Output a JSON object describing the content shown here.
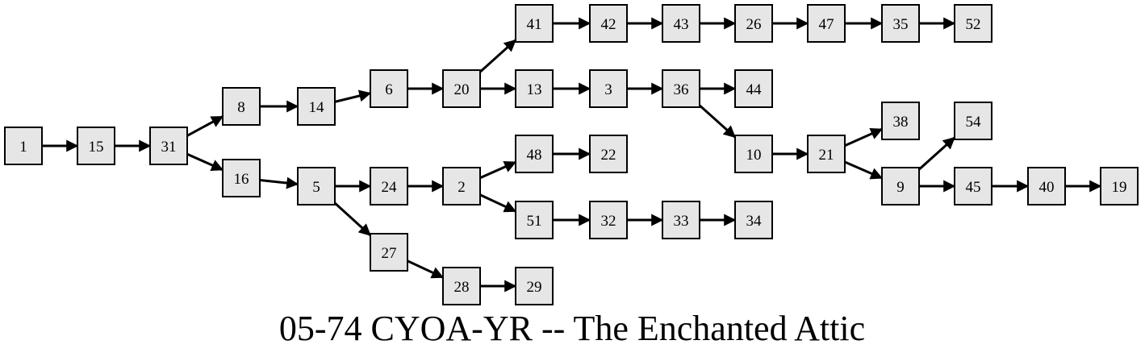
{
  "title": "05-74 CYOA-YR -- The Enchanted Attic",
  "colors": {
    "node_fill": "#e6e6e6",
    "node_stroke": "#000000",
    "edge": "#000000"
  },
  "nodes": [
    "1",
    "15",
    "31",
    "8",
    "16",
    "14",
    "6",
    "20",
    "41",
    "13",
    "42",
    "43",
    "26",
    "47",
    "35",
    "52",
    "3",
    "36",
    "44",
    "10",
    "21",
    "38",
    "9",
    "54",
    "45",
    "40",
    "19",
    "5",
    "24",
    "2",
    "48",
    "22",
    "51",
    "32",
    "33",
    "34",
    "27",
    "28",
    "29"
  ],
  "edges": [
    [
      "1",
      "15"
    ],
    [
      "15",
      "31"
    ],
    [
      "31",
      "8"
    ],
    [
      "31",
      "16"
    ],
    [
      "8",
      "14"
    ],
    [
      "14",
      "6"
    ],
    [
      "6",
      "20"
    ],
    [
      "20",
      "41"
    ],
    [
      "20",
      "13"
    ],
    [
      "41",
      "42"
    ],
    [
      "42",
      "43"
    ],
    [
      "43",
      "26"
    ],
    [
      "26",
      "47"
    ],
    [
      "47",
      "35"
    ],
    [
      "35",
      "52"
    ],
    [
      "13",
      "3"
    ],
    [
      "3",
      "36"
    ],
    [
      "36",
      "44"
    ],
    [
      "36",
      "10"
    ],
    [
      "10",
      "21"
    ],
    [
      "21",
      "38"
    ],
    [
      "21",
      "9"
    ],
    [
      "9",
      "54"
    ],
    [
      "9",
      "45"
    ],
    [
      "45",
      "40"
    ],
    [
      "40",
      "19"
    ],
    [
      "16",
      "5"
    ],
    [
      "5",
      "24"
    ],
    [
      "5",
      "27"
    ],
    [
      "24",
      "2"
    ],
    [
      "2",
      "48"
    ],
    [
      "2",
      "51"
    ],
    [
      "48",
      "22"
    ],
    [
      "51",
      "32"
    ],
    [
      "32",
      "33"
    ],
    [
      "33",
      "34"
    ],
    [
      "27",
      "28"
    ],
    [
      "28",
      "29"
    ]
  ]
}
